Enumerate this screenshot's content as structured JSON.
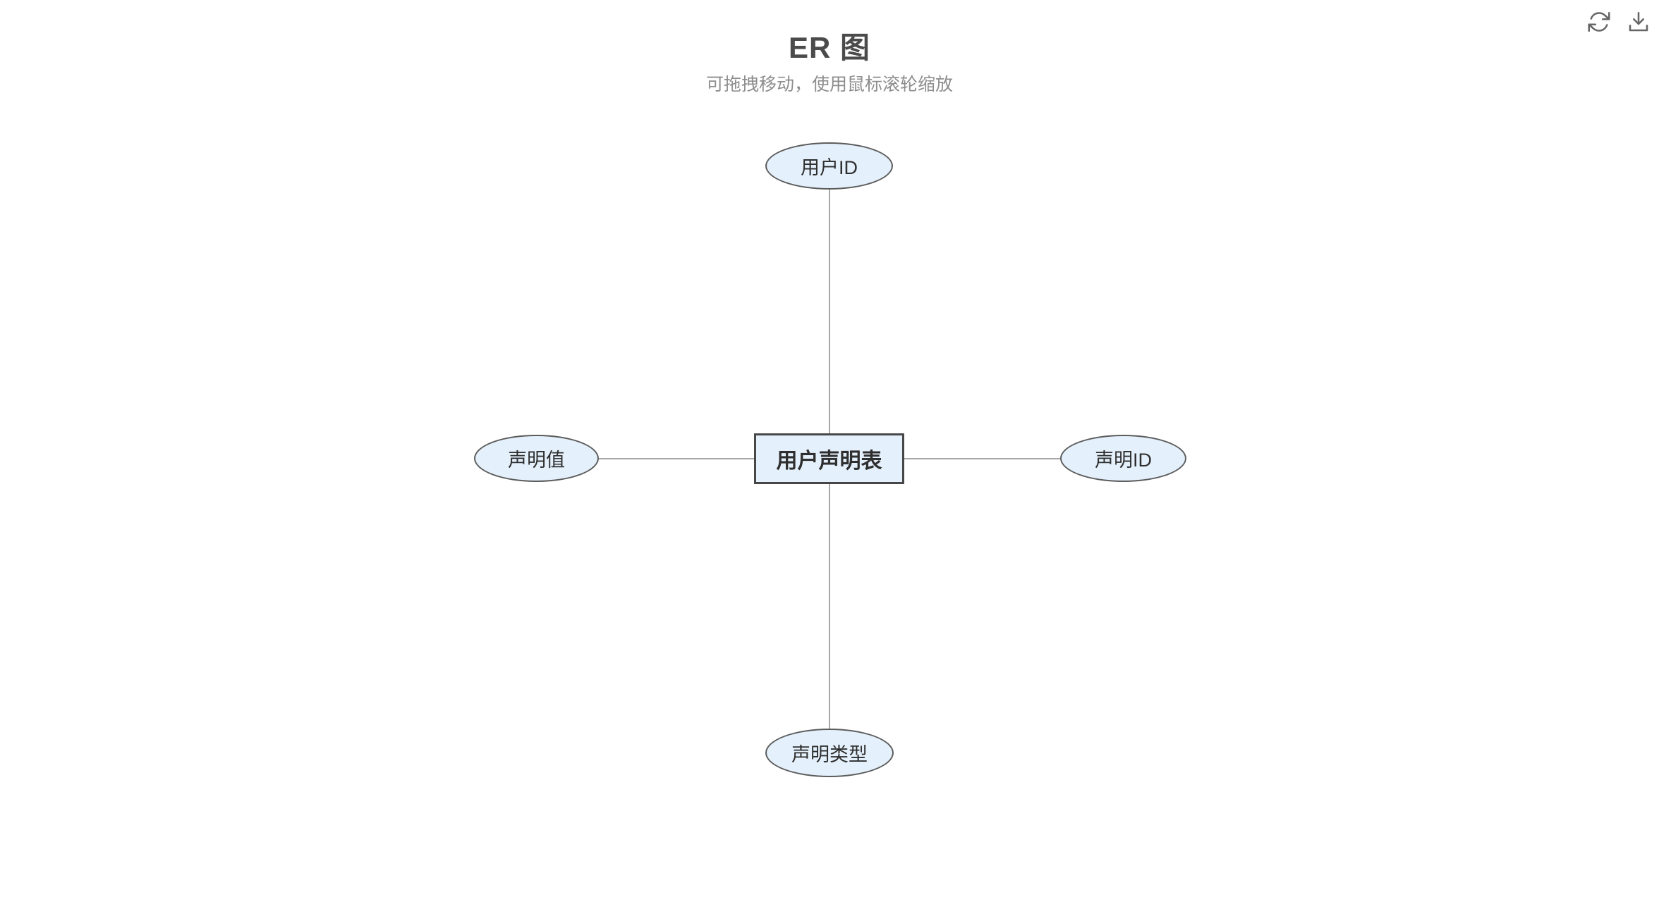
{
  "header": {
    "title": "ER 图",
    "subtitle": "可拖拽移动，使用鼠标滚轮缩放"
  },
  "toolbar": {
    "buttons": [
      {
        "name": "refresh",
        "icon": "refresh-icon"
      },
      {
        "name": "download",
        "icon": "download-icon"
      }
    ]
  },
  "diagram": {
    "entity": {
      "label": "用户声明表",
      "shape": "rectangle"
    },
    "attributes": [
      {
        "label": "用户ID",
        "position": "top",
        "shape": "ellipse"
      },
      {
        "label": "声明值",
        "position": "left",
        "shape": "ellipse"
      },
      {
        "label": "声明ID",
        "position": "right",
        "shape": "ellipse"
      },
      {
        "label": "声明类型",
        "position": "bottom",
        "shape": "ellipse"
      }
    ],
    "edges": [
      {
        "from": "用户声明表",
        "to": "用户ID"
      },
      {
        "from": "用户声明表",
        "to": "声明值"
      },
      {
        "from": "用户声明表",
        "to": "声明ID"
      },
      {
        "from": "用户声明表",
        "to": "声明类型"
      }
    ]
  },
  "colors": {
    "node_fill": "#e4f0fb",
    "node_border": "#5c5c5c",
    "entity_border": "#474747",
    "edge_color": "#a6a6a6",
    "title_color": "#4b4b4b",
    "subtitle_color": "#8e8e8e",
    "icon_color": "#666666",
    "node_text": "#2f2f2f",
    "background": "#ffffff"
  }
}
